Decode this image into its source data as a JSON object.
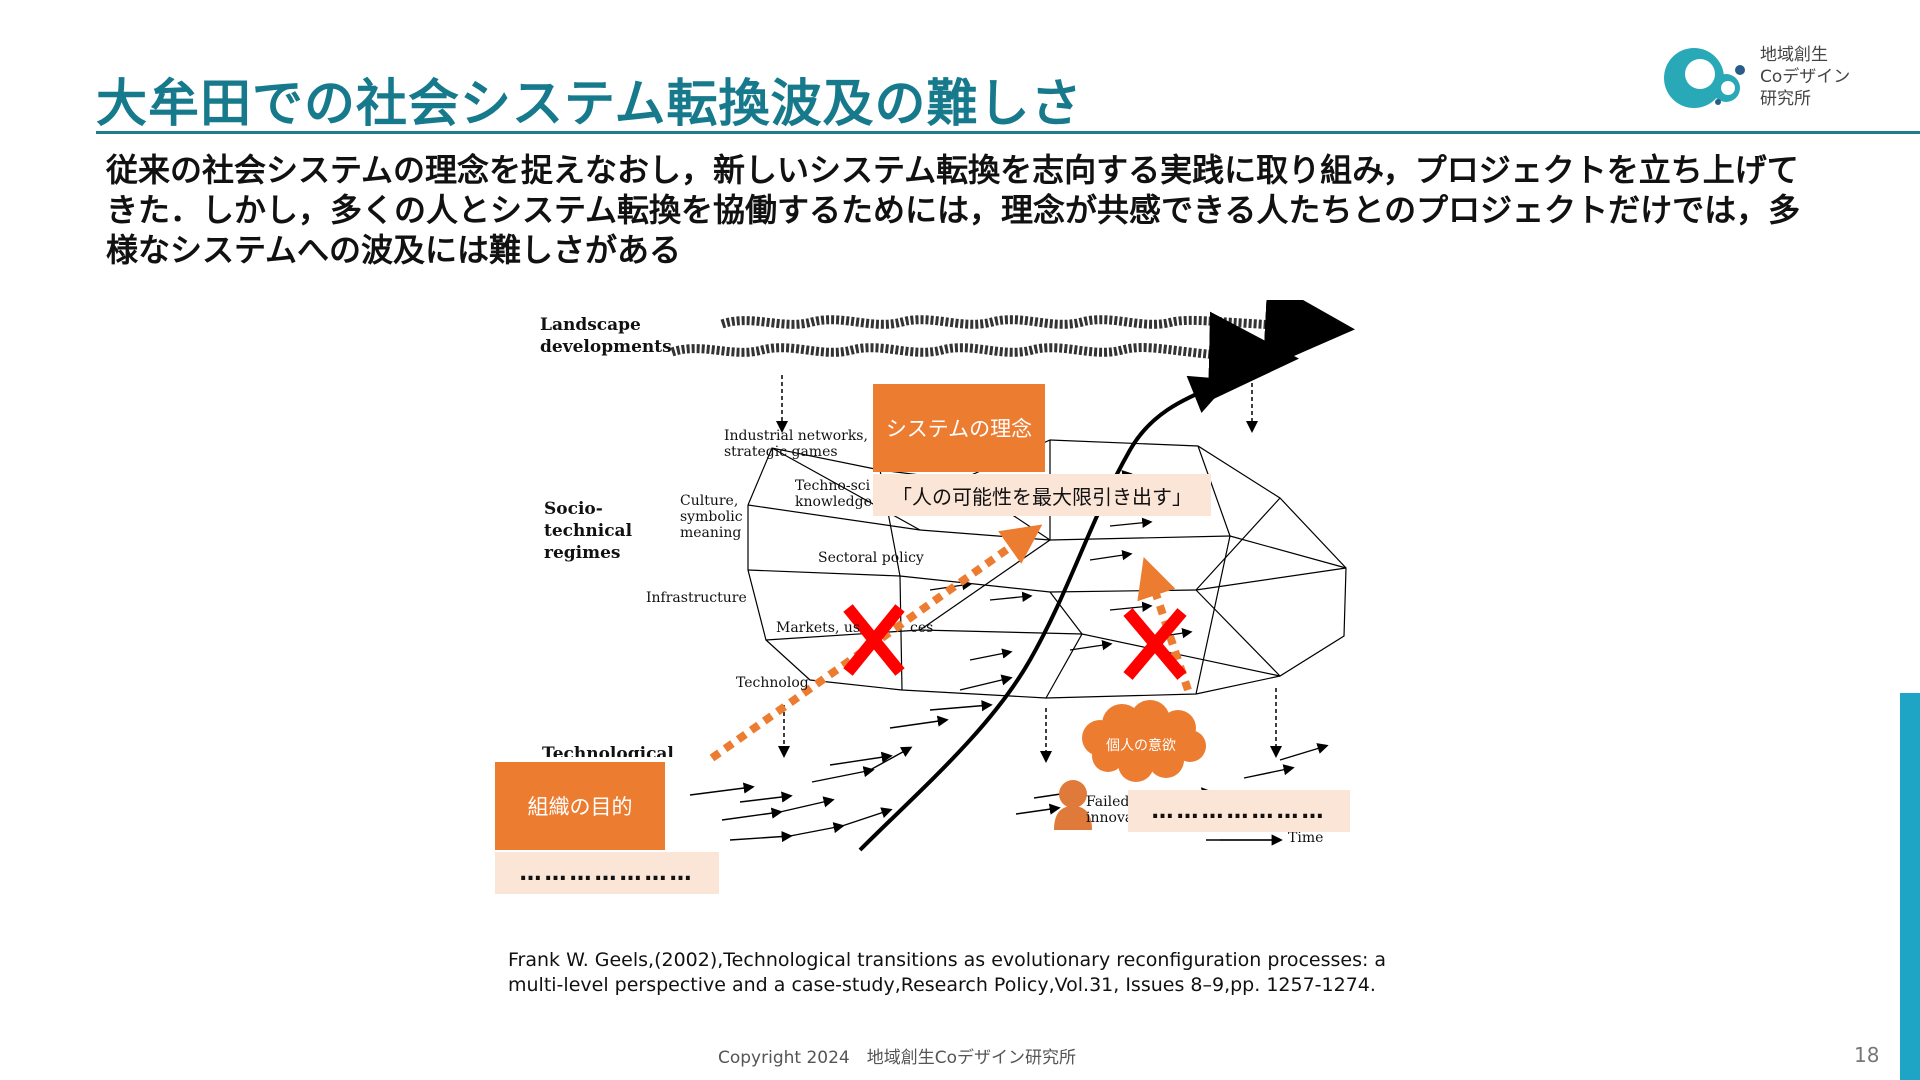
{
  "slide": {
    "title": "大牟田での社会システム転換波及の難しさ",
    "lead": "従来の社会システムの理念を捉えなおし，新しいシステム転換を志向する実践に取り組み，プロジェクトを立ち上げてきた．しかし，多くの人とシステム転換を協働するためには，理念が共感できる人たちとのプロジェクトだけでは，多様なシステムへの波及には難しさがある",
    "page_number": "18",
    "copyright": "Copyright 2024　地域創生Coデザイン研究所"
  },
  "logo": {
    "line1": "地域創生",
    "line2": "Coデザイン",
    "line3": "研究所"
  },
  "diagram": {
    "landscape": [
      "Landscape",
      "developments"
    ],
    "regimes": [
      "Socio-",
      "technical",
      "regimes"
    ],
    "niches": "Technological",
    "industrial": [
      "Industrial networks,",
      "strategic games"
    ],
    "culture": [
      "Culture,",
      "symbolic",
      "meaning"
    ],
    "techno": [
      "Techno-sci",
      "knowledge"
    ],
    "sectoral": "Sectoral policy",
    "infrastructure": "Infrastructure",
    "markets": "Markets, us",
    "markets_tail": "ces",
    "technology": "Technolog",
    "failed": [
      "Failed",
      "innova"
    ],
    "time": "Time",
    "system_idea_label": "システムの理念",
    "system_idea_quote": "「人の可能性を最大限引き出す」",
    "org_purpose_label": "組織の目的",
    "org_purpose_dots": "…………………",
    "individual_will_label": "個人の意欲",
    "individual_dots": "…………………"
  },
  "citation": [
    "Frank W. Geels,(2002),Technological transitions as evolutionary reconfiguration processes: a",
    "multi-level perspective and a case-study,Research Policy,Vol.31, Issues 8–9,pp. 1257-1274."
  ],
  "colors": {
    "title": "#177a8c",
    "accent_orange": "#ec7c30",
    "pale_orange": "#fbe5d6",
    "cross_red": "#ff0000",
    "sidebar_blue": "#1ea5c5",
    "logo_teal": "#29a9b8"
  }
}
